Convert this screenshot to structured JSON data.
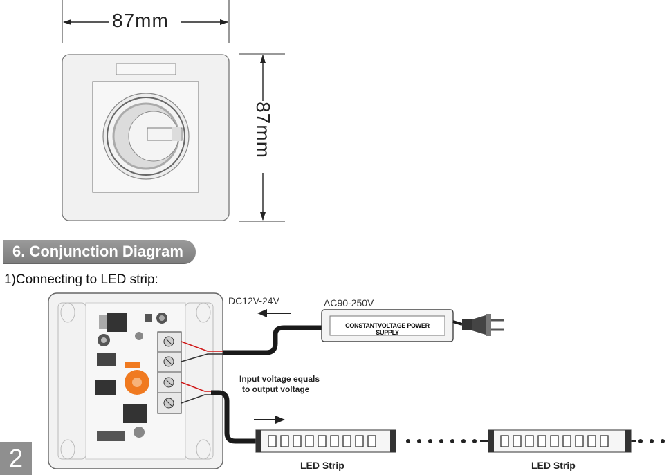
{
  "dimensions": {
    "width": "87mm",
    "height": "87mm"
  },
  "section": {
    "title": "6. Conjunction Diagram",
    "subtitle": "1)Connecting to LED strip:"
  },
  "diagram": {
    "dc_voltage": "DC12V-24V",
    "ac_voltage": "AC90-250V",
    "power_supply_label": "CONSTANTVOLTAGE POWER SUPPLY",
    "note_line1": "Input voltage equals",
    "note_line2": "to output voltage",
    "led_strip_1": "LED Strip",
    "led_strip_2": "LED Strip"
  },
  "page_number": "2"
}
